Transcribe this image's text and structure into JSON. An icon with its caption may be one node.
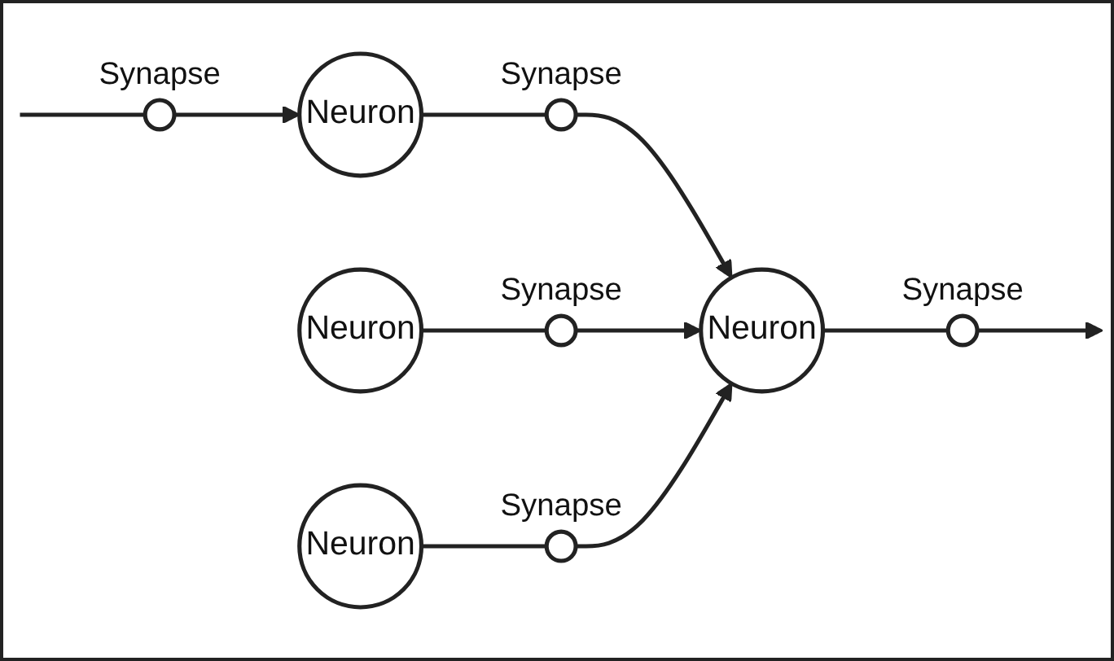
{
  "diagram": {
    "nodes": [
      {
        "text": [
          "Neuron"
        ]
      },
      {
        "text": [],
        "shape": "circle",
        "beside": [
          "Synapse"
        ]
      },
      {
        "text": [],
        "shape": "circle",
        "beside": [
          "Synapse"
        ]
      },
      {
        "text": [
          "Neuron"
        ]
      },
      {
        "text": [],
        "shape": "circle",
        "beside": [
          "Synapse"
        ]
      },
      {
        "text": [],
        "shape": "circle",
        "beside": [
          "Synapse"
        ]
      },
      {
        "text": [
          "Neuron"
        ]
      },
      {
        "text": [],
        "shape": "circle",
        "beside": [
          "Synapse"
        ]
      },
      {
        "text": [
          "Neuron"
        ]
      }
    ],
    "edges": [
      {
        "from": null,
        "to": 2,
        "arrow": "none"
      },
      {
        "from": 2,
        "to": 3,
        "arrow": "to"
      },
      {
        "from": 3,
        "to": 4,
        "arrow": "none"
      },
      {
        "from": 4,
        "to": 0,
        "arrow": "to"
      },
      {
        "from": 6,
        "to": 5,
        "arrow": "none"
      },
      {
        "from": 5,
        "to": 0,
        "arrow": "to"
      },
      {
        "from": 8,
        "to": 7,
        "arrow": "none"
      },
      {
        "from": 7,
        "to": 0,
        "arrow": "to"
      },
      {
        "from": 0,
        "to": 1,
        "arrow": "none"
      },
      {
        "from": 1,
        "to": null,
        "arrow": "to"
      }
    ]
  }
}
